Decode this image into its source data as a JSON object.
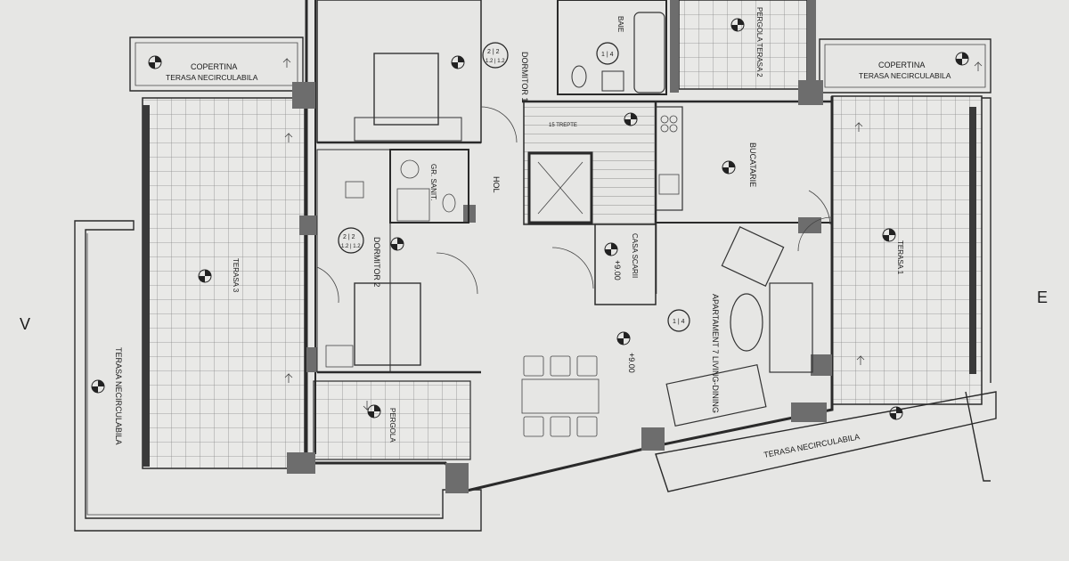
{
  "plan": {
    "rooms": [
      {
        "name": "DORMITOR 1",
        "tags": [
          "2 | 2",
          "1.2 | 1.2"
        ]
      },
      {
        "name": "BAIE",
        "tags": [
          "1 | 4"
        ]
      },
      {
        "name": "PERGOLA TERASA 2",
        "tags": []
      },
      {
        "name": "BUCATARIE",
        "tags": []
      },
      {
        "name": "TERASA 1",
        "tags": []
      },
      {
        "name": "GR. SANIT.",
        "tags": []
      },
      {
        "name": "HOL",
        "tags": []
      },
      {
        "name": "CASA SCARII",
        "tags": []
      },
      {
        "name": "DORMITOR 2",
        "tags": [
          "2 | 2",
          "1.2 | 1.2"
        ]
      },
      {
        "name": "TERASA 3",
        "tags": []
      },
      {
        "name": "PERGOLA",
        "tags": []
      },
      {
        "name": "APARTAMENT 7 LIVING-DINING",
        "tags": [
          "1 | 4"
        ]
      }
    ],
    "terraces": [
      {
        "name": "COPERTINA",
        "sub": "TERASA NECIRCULABILA"
      },
      {
        "name": "COPERTINA",
        "sub": "TERASA NECIRCULABILA"
      },
      {
        "name": "TERASA NECIRCULABILA",
        "sub": ""
      },
      {
        "name": "TERASA NECIRCULABILA",
        "sub": ""
      }
    ],
    "levels": {
      "main": "+9.00",
      "stair": "+9.00"
    },
    "notes": {
      "stairs": "15 TREPTE",
      "margin_left": "V",
      "margin_right": "E"
    }
  }
}
